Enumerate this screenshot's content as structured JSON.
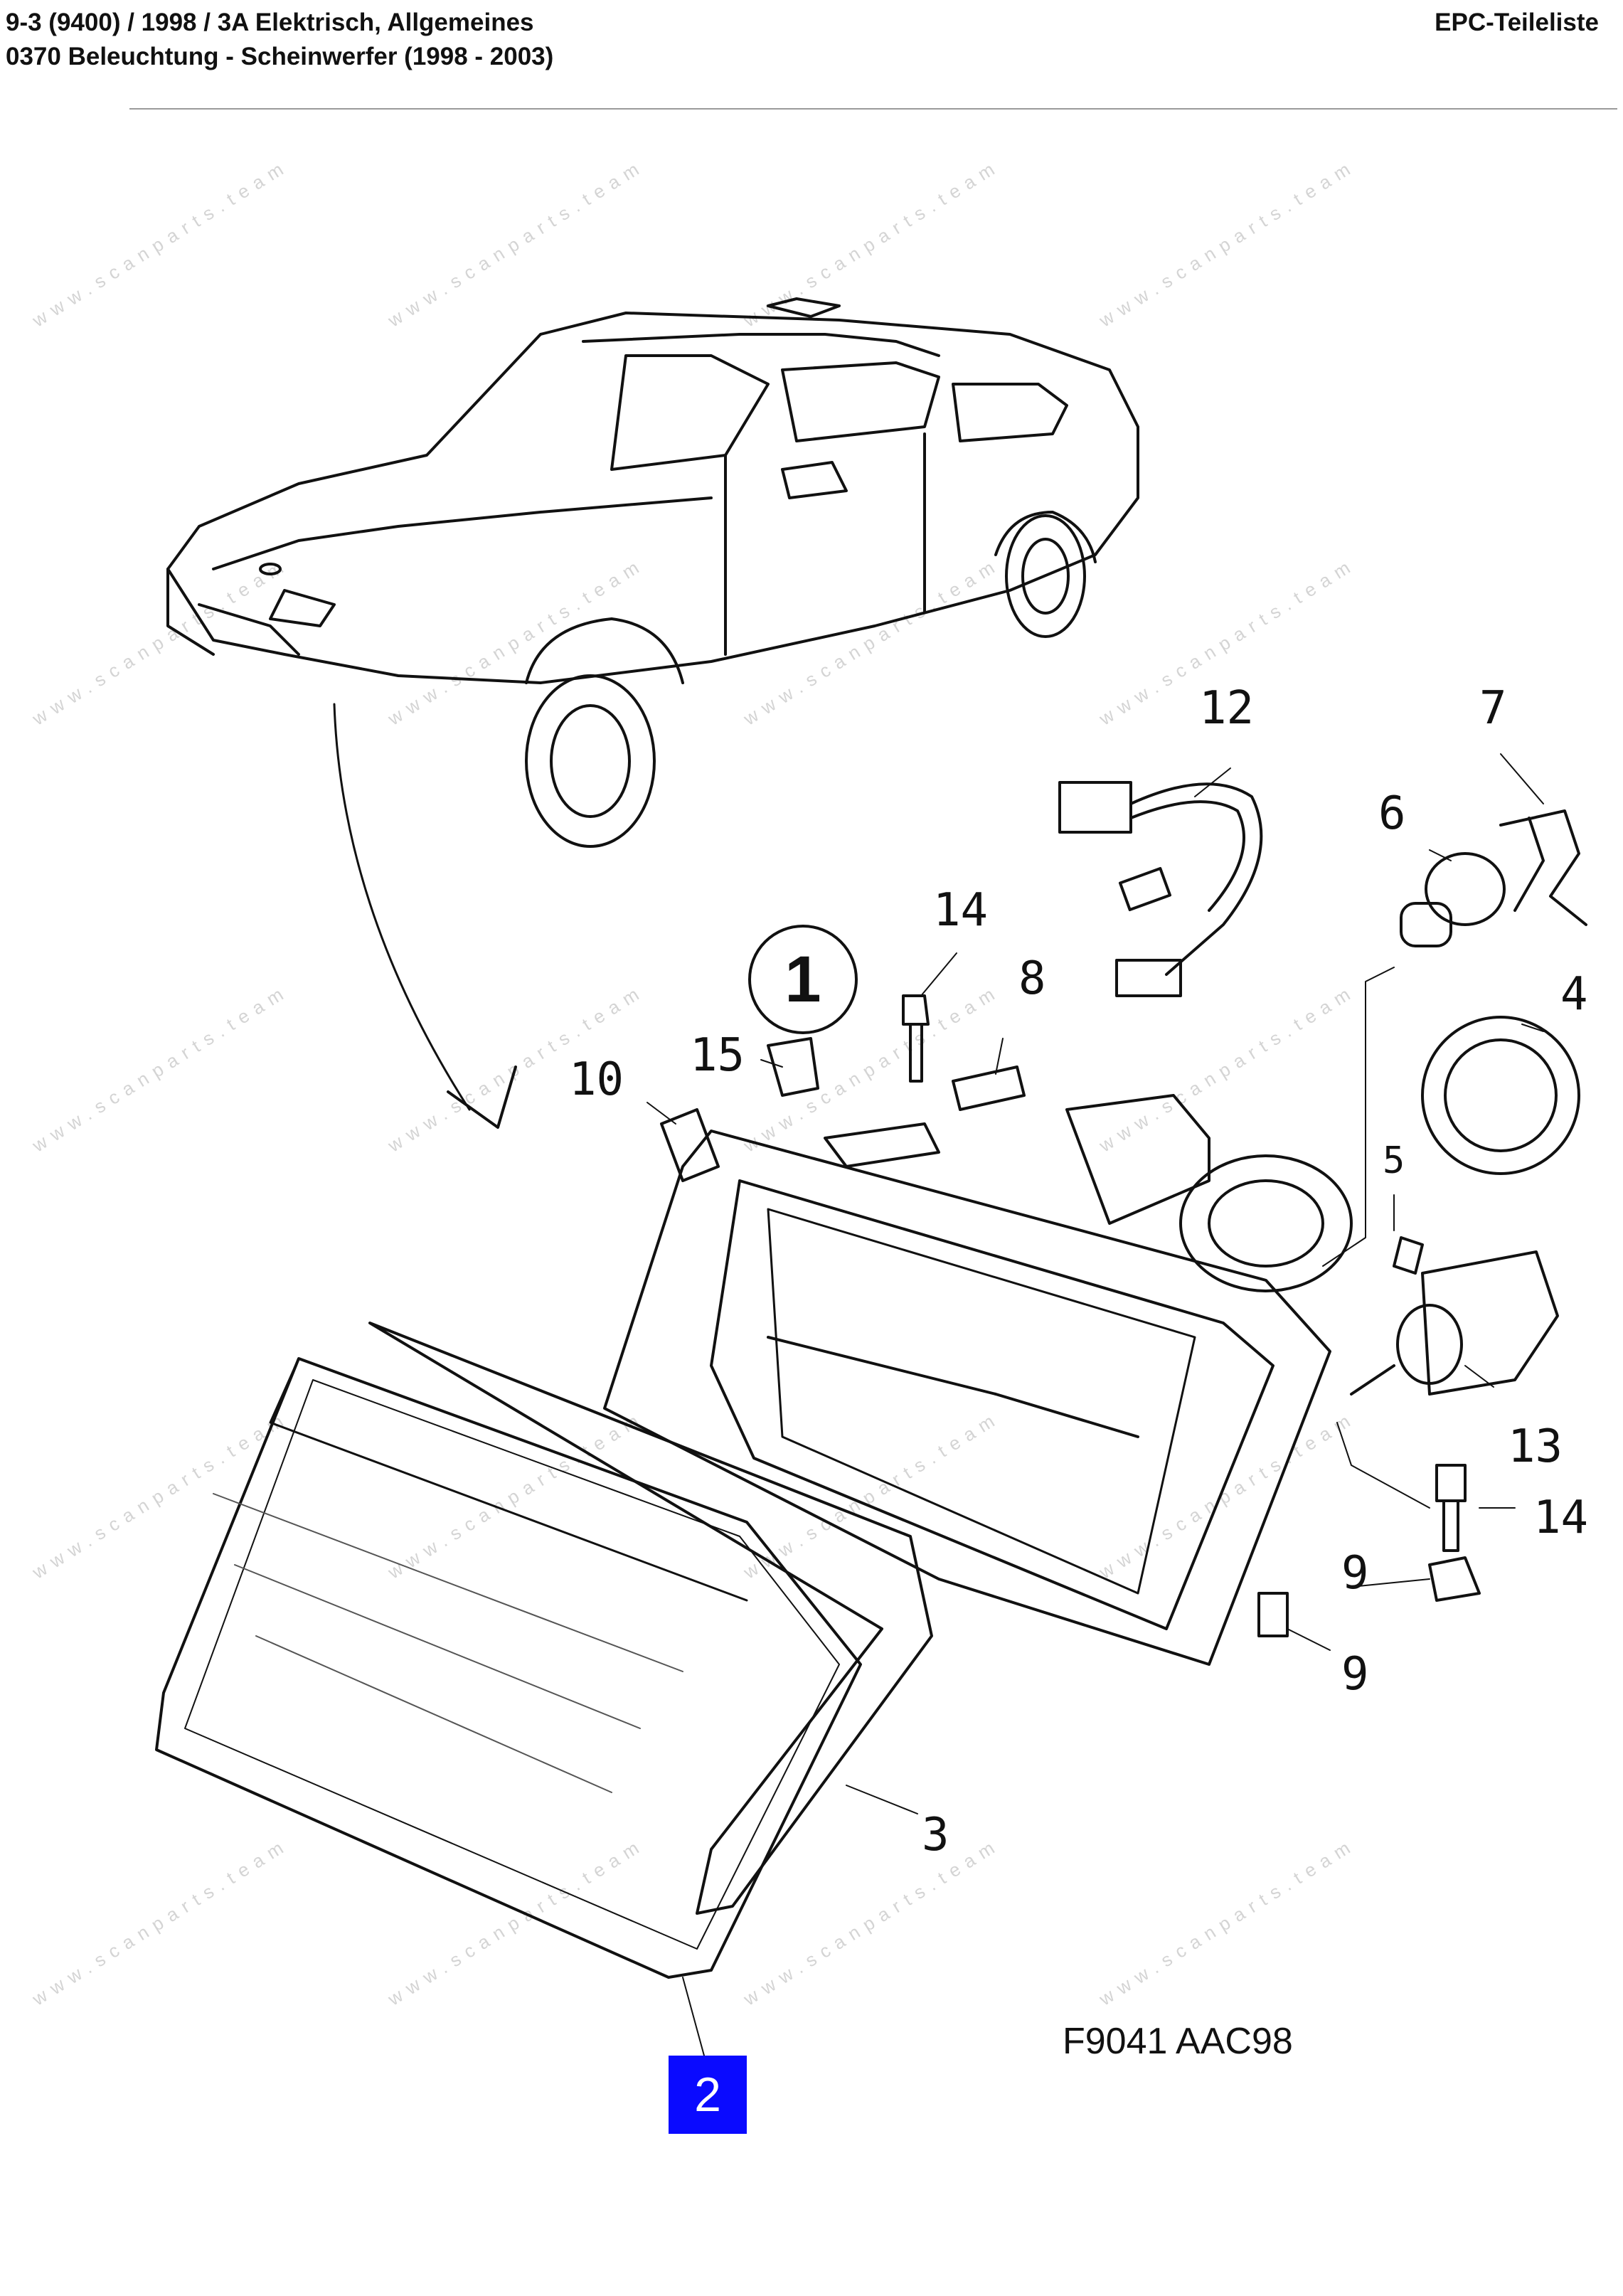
{
  "header": {
    "line1": "9-3 (9400) / 1998 / 3A Elektrisch, Allgemeines",
    "line2": "0370 Beleuchtung - Scheinwerfer   (1998 - 2003)",
    "catalog": "EPC-Teileliste"
  },
  "callouts": {
    "c1": "1",
    "c2": "2",
    "c3": "3",
    "c4": "4",
    "c5": "5",
    "c6": "6",
    "c7": "7",
    "c8": "8",
    "c9a": "9",
    "c9b": "9",
    "c10": "10",
    "c12": "12",
    "c13": "13",
    "c14a": "14",
    "c14b": "14",
    "c15": "15"
  },
  "figure_code": "F9041 AAC98",
  "watermark": "www.scanparts.team",
  "colors": {
    "selected_callout": "#0a0aff",
    "line": "#111111",
    "rule": "#9a9a9a"
  }
}
